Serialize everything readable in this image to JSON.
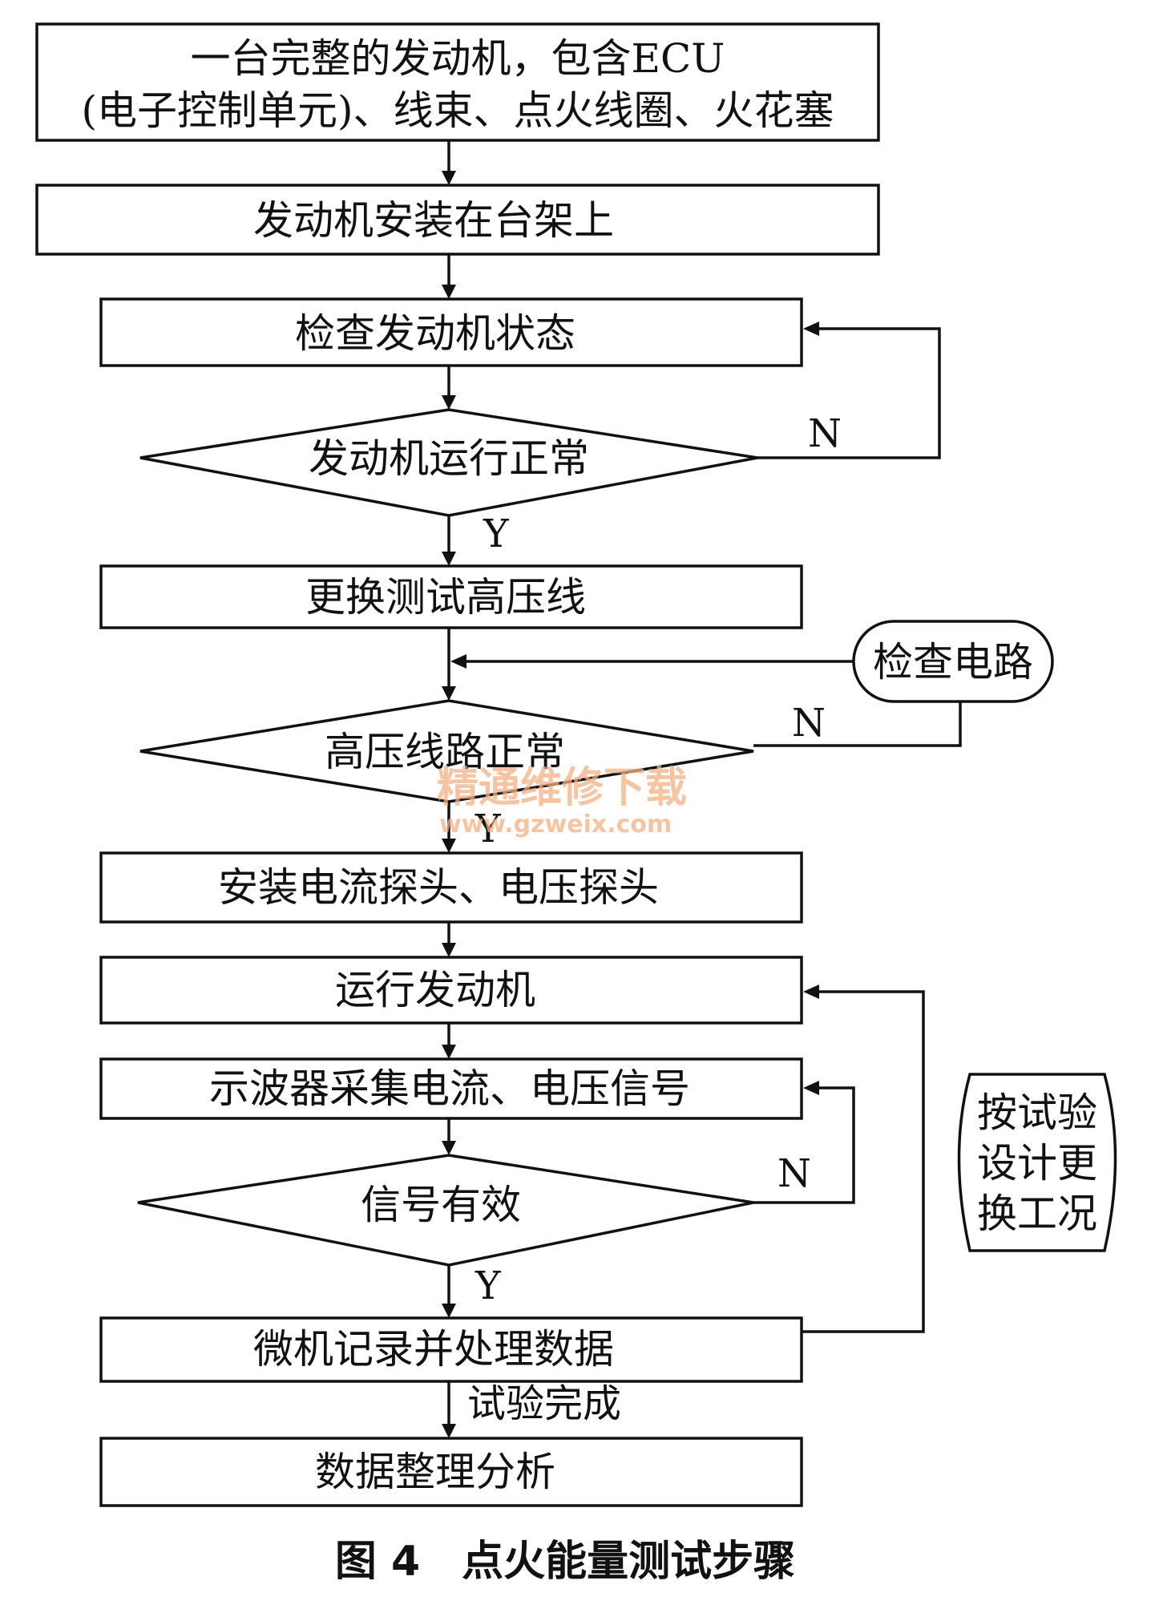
{
  "flowchart": {
    "steps": {
      "engine_full_line1": "一台完整的发动机，包含ECU",
      "engine_full_line2": "(电子控制单元)、线束、点火线圈、火花塞",
      "mount_on_stand": "发动机安装在台架上",
      "check_engine_state": "检查发动机状态",
      "engine_running_ok": "发动机运行正常",
      "replace_test_hv_wire": "更换测试高压线",
      "check_circuit": "检查电路",
      "hv_circuit_ok": "高压线路正常",
      "install_probes": "安装电流探头、电压探头",
      "run_engine": "运行发动机",
      "scope_acquire": "示波器采集电流、电压信号",
      "signal_valid": "信号有效",
      "pc_record_process": "微机记录并处理数据",
      "data_analysis": "数据整理分析",
      "change_conditions_line1": "按试验",
      "change_conditions_line2": "设计更",
      "change_conditions_line3": "换工况"
    },
    "labels": {
      "no": "N",
      "yes": "Y",
      "test_complete": "试验完成"
    }
  },
  "caption": "图 4　点火能量测试步骤",
  "watermark": {
    "line1": "精通维修下载",
    "line2": "www.gzweix.com"
  }
}
